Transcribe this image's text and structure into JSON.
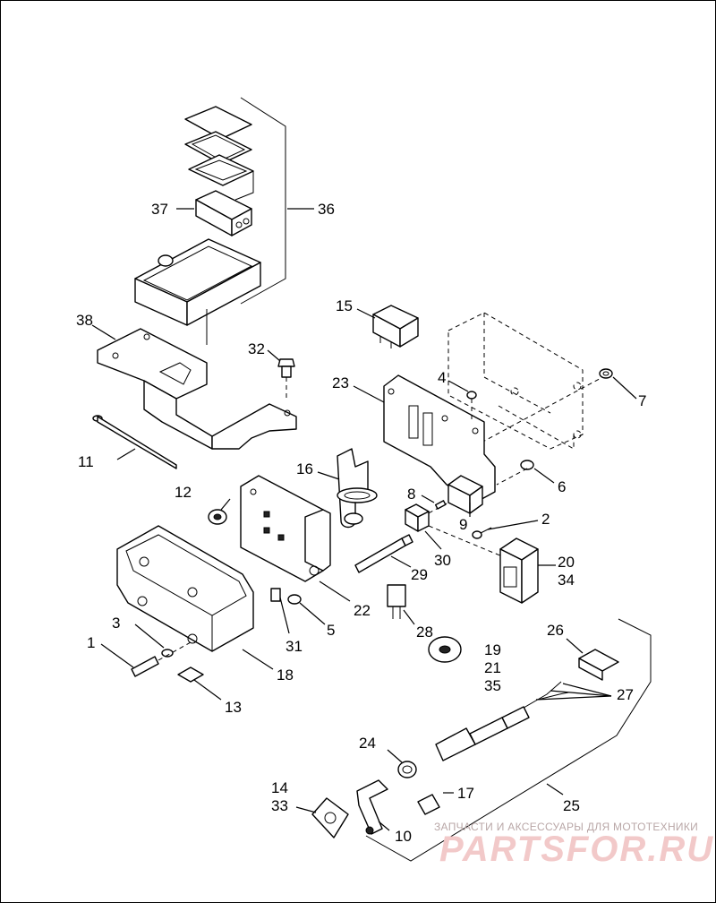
{
  "watermark": {
    "tagline": "ЗАПЧАСТИ И АКСЕССУАРЫ ДЛЯ МОТОТЕХНИКИ",
    "brand": "PARTSFOR.RU"
  },
  "callouts": {
    "c1": "1",
    "c2": "2",
    "c3": "3",
    "c4": "4",
    "c5": "5",
    "c6": "6",
    "c7": "7",
    "c8": "8",
    "c9": "9",
    "c10": "10",
    "c11": "11",
    "c12": "12",
    "c13": "13",
    "c14": "14",
    "c15": "15",
    "c16": "16",
    "c17": "17",
    "c18": "18",
    "c19": "19",
    "c20": "20",
    "c21": "21",
    "c22": "22",
    "c23": "23",
    "c24": "24",
    "c25": "25",
    "c26": "26",
    "c27": "27",
    "c28": "28",
    "c29": "29",
    "c30": "30",
    "c31": "31",
    "c32": "32",
    "c33": "33",
    "c34": "34",
    "c35": "35",
    "c36": "36",
    "c37": "37",
    "c38": "38"
  }
}
